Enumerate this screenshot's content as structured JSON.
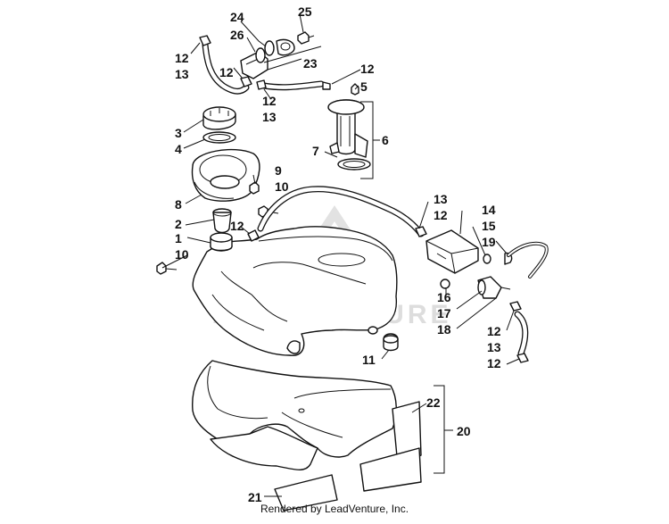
{
  "callouts": [
    {
      "id": "c24",
      "text": "24"
    },
    {
      "id": "c25",
      "text": "25"
    },
    {
      "id": "c26",
      "text": "26"
    },
    {
      "id": "c12a",
      "text": "12"
    },
    {
      "id": "c13a",
      "text": "13"
    },
    {
      "id": "c12b",
      "text": "12"
    },
    {
      "id": "c23",
      "text": "23"
    },
    {
      "id": "c12c",
      "text": "12"
    },
    {
      "id": "c13b",
      "text": "13"
    },
    {
      "id": "c12d",
      "text": "12"
    },
    {
      "id": "c5",
      "text": "5"
    },
    {
      "id": "c6",
      "text": "6"
    },
    {
      "id": "c7",
      "text": "7"
    },
    {
      "id": "c3",
      "text": "3"
    },
    {
      "id": "c4",
      "text": "4"
    },
    {
      "id": "c8",
      "text": "8"
    },
    {
      "id": "c9",
      "text": "9"
    },
    {
      "id": "c10a",
      "text": "10"
    },
    {
      "id": "c2",
      "text": "2"
    },
    {
      "id": "c12e",
      "text": "12"
    },
    {
      "id": "c1",
      "text": "1"
    },
    {
      "id": "c10b",
      "text": "10"
    },
    {
      "id": "c13c",
      "text": "13"
    },
    {
      "id": "c12f",
      "text": "12"
    },
    {
      "id": "c14",
      "text": "14"
    },
    {
      "id": "c15",
      "text": "15"
    },
    {
      "id": "c19",
      "text": "19"
    },
    {
      "id": "c16",
      "text": "16"
    },
    {
      "id": "c17",
      "text": "17"
    },
    {
      "id": "c18",
      "text": "18"
    },
    {
      "id": "c12g",
      "text": "12"
    },
    {
      "id": "c13d",
      "text": "13"
    },
    {
      "id": "c12h",
      "text": "12"
    },
    {
      "id": "c11",
      "text": "11"
    },
    {
      "id": "c22",
      "text": "22"
    },
    {
      "id": "c20",
      "text": "20"
    },
    {
      "id": "c21",
      "text": "21"
    }
  ],
  "watermark": "LEADVENTURE",
  "credit": "Rendered by LeadVenture, Inc.",
  "colors": {
    "line": "#111111",
    "background": "#ffffff",
    "watermark": "#d9d9d9"
  }
}
